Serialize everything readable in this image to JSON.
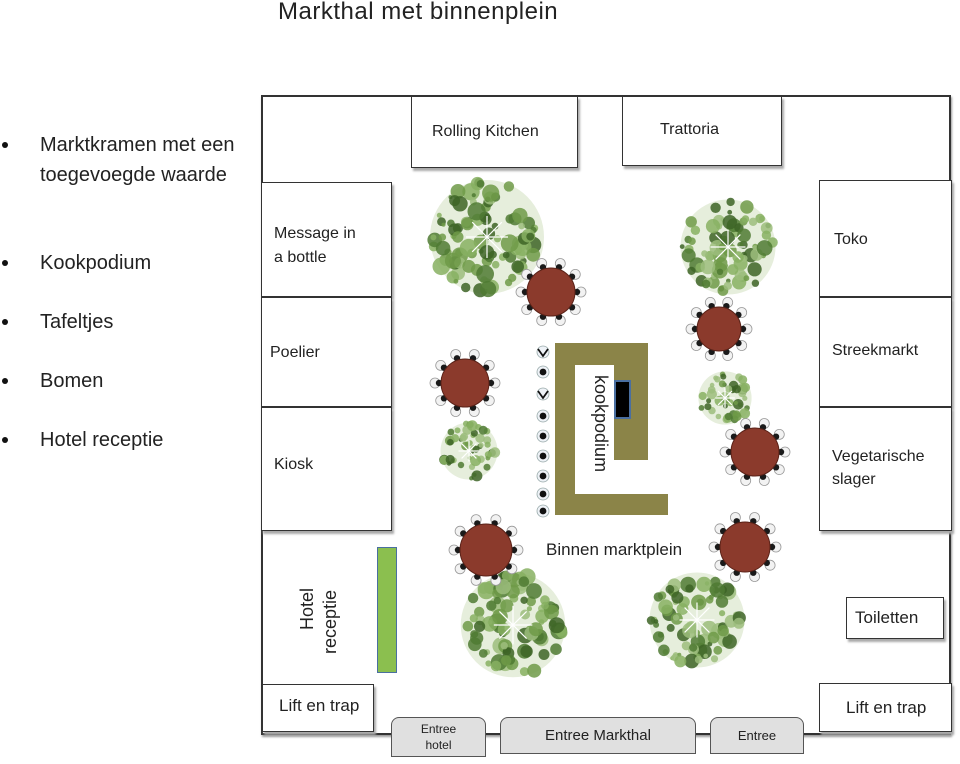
{
  "title": "Markthal met binnenplein",
  "legend": [
    "Marktkramen met een toegevoegde waarde",
    "Kookpodium",
    "Tafeltjes",
    "Bomen",
    "Hotel receptie"
  ],
  "stalls": {
    "rolling_kitchen": "Rolling Kitchen",
    "trattoria": "Trattoria",
    "message_in_a_bottle_line1": "Message in",
    "message_in_a_bottle_line2": "a bottle",
    "toko": "Toko",
    "poelier": "Poelier",
    "streekmarkt": "Streekmarkt",
    "kiosk": "Kiosk",
    "vegetarische_slager_line1": "Vegetarische",
    "vegetarische_slager_line2": "slager",
    "toiletten": "Toiletten",
    "lift_left": "Lift en trap",
    "lift_right": "Lift en trap"
  },
  "labels": {
    "kookpodium": "kookpodium",
    "binnen_marktplein": "Binnen marktplein",
    "hotel_line1": "Hotel",
    "hotel_line2": "receptie"
  },
  "entrances": {
    "hotel_line1": "Entree",
    "hotel_line2": "hotel",
    "markthal": "Entree Markthal",
    "entree": "Entree"
  },
  "colors": {
    "podium": "#8b8448",
    "reception_desk": "#8bbf4f",
    "table": "#8b3a2c",
    "chair": "#1a1a1a",
    "tree": "#5d8a3a"
  }
}
